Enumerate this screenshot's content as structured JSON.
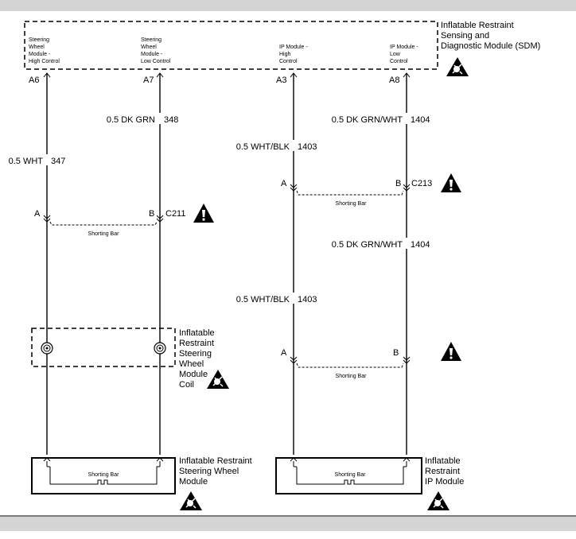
{
  "sdm": {
    "title_lines": [
      "Inflatable Restraint",
      "Sensing and",
      "Diagnostic Module (SDM)"
    ],
    "pins": [
      {
        "label_lines": [
          "Steering",
          "Wheel",
          "Module -",
          "High Control"
        ],
        "pin": "A6"
      },
      {
        "label_lines": [
          "Steering",
          "Wheel",
          "Module -",
          "Low Control"
        ],
        "pin": "A7"
      },
      {
        "label_lines": [
          "IP Module -",
          "High",
          "Control"
        ],
        "pin": "A3"
      },
      {
        "label_lines": [
          "IP Module -",
          "Low",
          "Control"
        ],
        "pin": "A8"
      }
    ]
  },
  "wires": {
    "w347": {
      "gauge_color": "0.5 WHT",
      "circuit": "347"
    },
    "w348": {
      "gauge_color": "0.5 DK GRN",
      "circuit": "348"
    },
    "w1403_upper": {
      "gauge_color": "0.5 WHT/BLK",
      "circuit": "1403"
    },
    "w1404_upper": {
      "gauge_color": "0.5 DK GRN/WHT",
      "circuit": "1404"
    },
    "w1404_lower": {
      "gauge_color": "0.5 DK GRN/WHT",
      "circuit": "1404"
    },
    "w1403_lower": {
      "gauge_color": "0.5 WHT/BLK",
      "circuit": "1403"
    }
  },
  "connectors": {
    "c211": {
      "name": "C211",
      "pin_a": "A",
      "pin_b": "B",
      "shorting_bar": "Shorting Bar"
    },
    "c213": {
      "name": "C213",
      "pin_a": "A",
      "pin_b": "B",
      "shorting_bar": "Shorting Bar"
    },
    "ip_conn": {
      "pin_a": "A",
      "pin_b": "B",
      "shorting_bar": "Shorting Bar"
    }
  },
  "coil": {
    "label_lines": [
      "Inflatable",
      "Restraint",
      "Steering",
      "Wheel",
      "Module",
      "Coil"
    ]
  },
  "steering_module": {
    "label_lines": [
      "Inflatable Restraint",
      "Steering Wheel",
      "Module"
    ],
    "shorting_bar": "Shorting Bar"
  },
  "ip_module": {
    "label_lines": [
      "Inflatable",
      "Restraint",
      "IP Module"
    ],
    "shorting_bar": "Shorting Bar"
  },
  "colors": {
    "band": "#d4d4d4",
    "line": "#000000"
  }
}
